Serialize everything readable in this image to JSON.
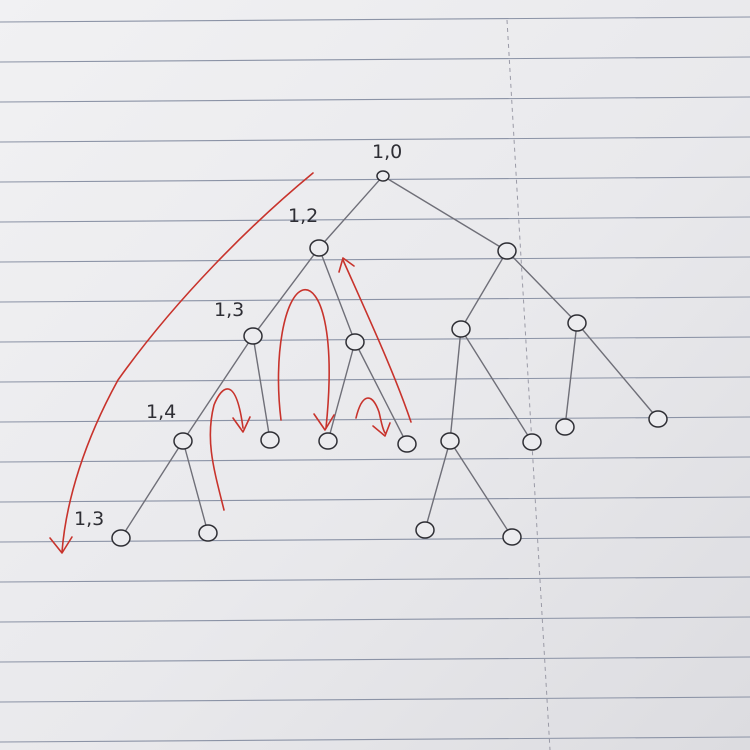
{
  "diagram": {
    "node_labels": [
      "1,0",
      "1,2",
      "1,3",
      "1,4",
      "1,3"
    ],
    "colors": {
      "paper": "#ededf0",
      "ruled_line": "#8b93a6",
      "margin_line": "#9a9aa6",
      "pencil": "#6f6f78",
      "pen_ink": "#2e2e34",
      "red_ink": "#c8332c"
    }
  }
}
